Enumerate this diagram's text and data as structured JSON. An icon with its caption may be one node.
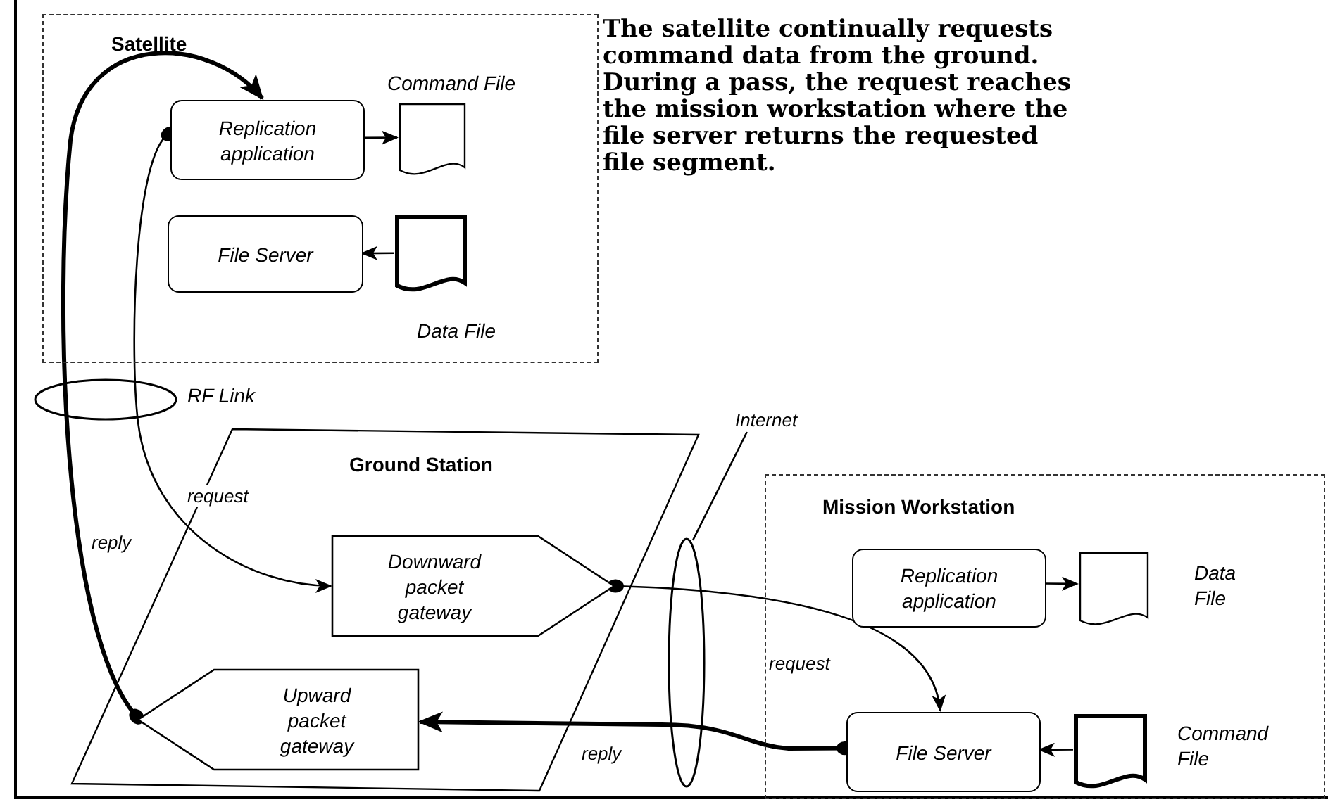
{
  "diagram": {
    "nodes": [
      {
        "text": [
          "Satellite"
        ]
      },
      {
        "text": [
          "Replication application"
        ],
        "in": 0
      },
      {
        "text": [],
        "shape": "document",
        "in": 0,
        "beside": [
          "Command File"
        ]
      },
      {
        "text": [
          "File Server"
        ],
        "in": 0
      },
      {
        "text": [],
        "shape": "document",
        "in": 0,
        "beside": [
          "Data File"
        ]
      },
      {
        "text": [
          "Ground Station"
        ]
      },
      {
        "text": [
          "Downward packet gateway"
        ],
        "in": 5
      },
      {
        "text": [
          "Upward packet gateway"
        ],
        "in": 5
      },
      {
        "text": [
          "Mission Workstation"
        ]
      },
      {
        "text": [
          "Replication application"
        ],
        "in": 8
      },
      {
        "text": [],
        "shape": "document",
        "in": 8,
        "beside": [
          "Data File"
        ]
      },
      {
        "text": [
          "File Server"
        ],
        "in": 8
      },
      {
        "text": [],
        "shape": "document",
        "in": 8,
        "beside": [
          "Command File"
        ]
      },
      {
        "text": [
          "Internet"
        ]
      }
    ],
    "edges": [
      {
        "from": 1,
        "to": 2,
        "arrow": "to"
      },
      {
        "from": 4,
        "to": 3,
        "arrow": "to"
      },
      {
        "from": 9,
        "to": 10,
        "arrow": "to"
      },
      {
        "from": 12,
        "to": 11,
        "arrow": "to"
      },
      {
        "from": 1,
        "to": 6,
        "arrow": "to",
        "label": "request"
      },
      {
        "from": 6,
        "to": 11,
        "arrow": "to",
        "label": "request"
      },
      {
        "from": 11,
        "to": 7,
        "arrow": "to",
        "label": "reply",
        "style": "thick"
      },
      {
        "from": 7,
        "to": 1,
        "arrow": "to",
        "label": "reply",
        "style": "thick"
      },
      {
        "from": 13,
        "to": null,
        "arrow": "none"
      }
    ],
    "labels": [
      "The satellite continually requests command data from the ground. During a pass, the request reaches the mission workstation where the file server returns the requested file segment.",
      "RF Link"
    ]
  }
}
